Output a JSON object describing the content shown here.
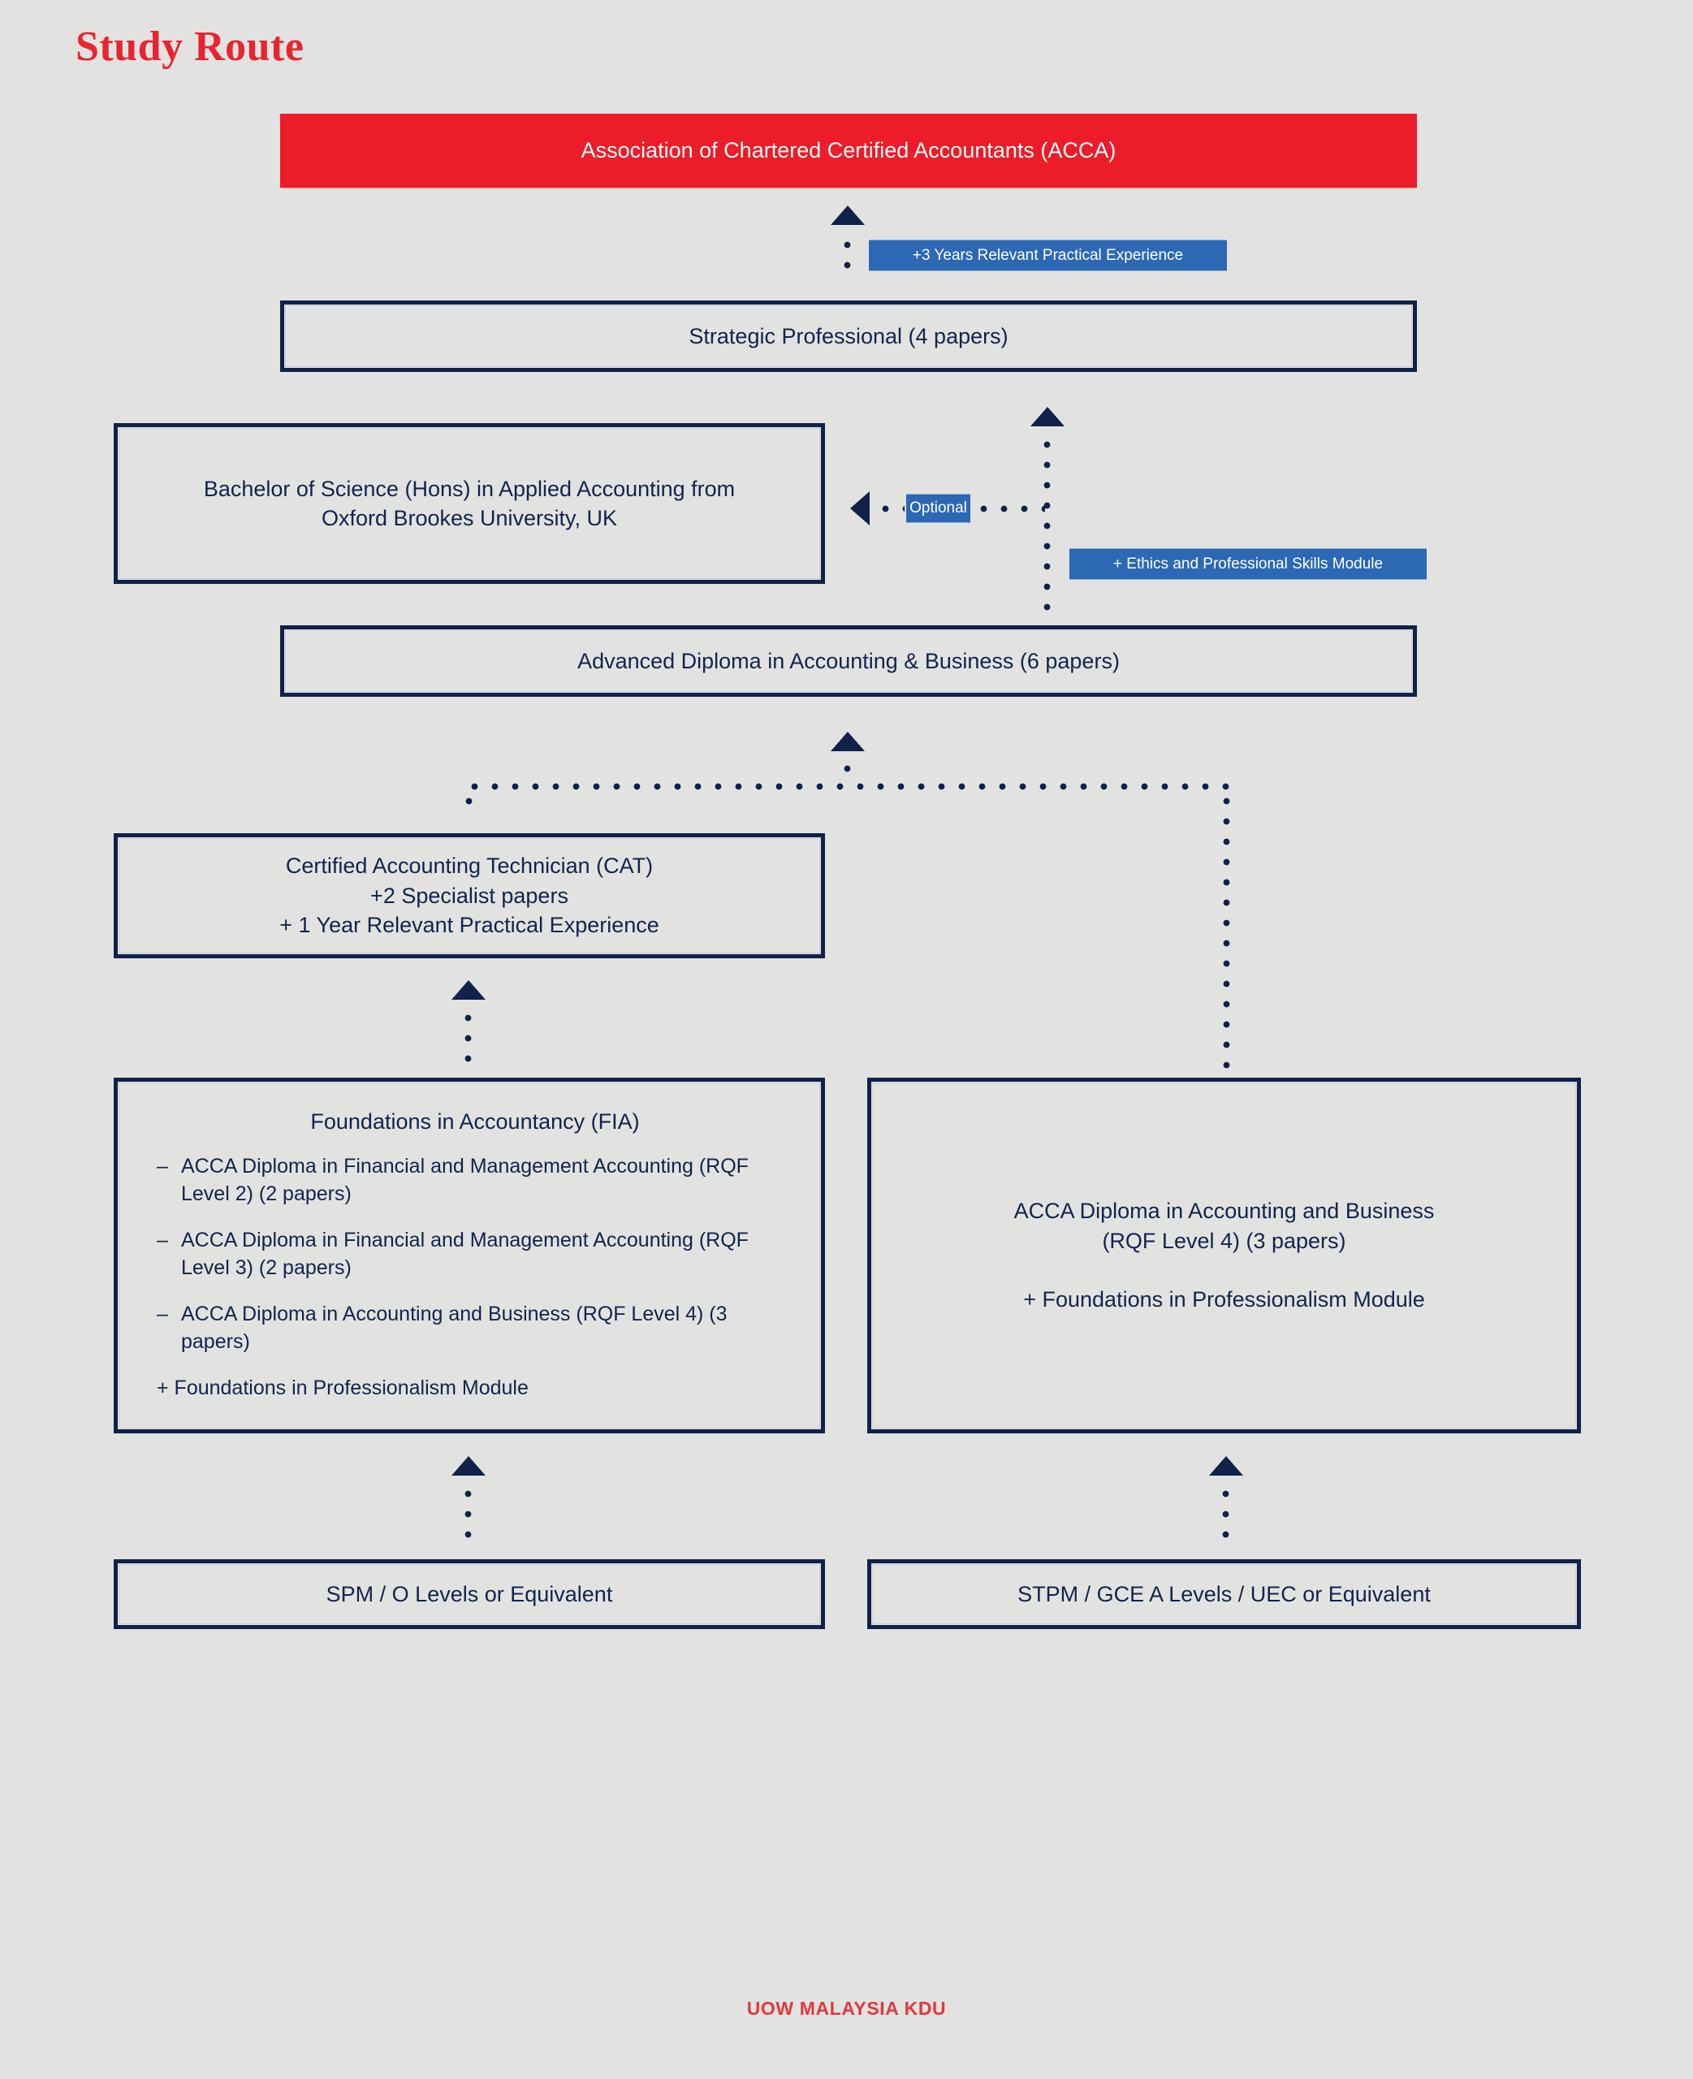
{
  "page": {
    "title": "Study Route",
    "footer_brand": "UOW MALAYSIA KDU",
    "background_color": "#e2e3e1",
    "accent_red": "#ec1c28",
    "accent_navy": "#10214a",
    "accent_blue": "#2d68b4"
  },
  "nodes": {
    "acca": {
      "label": "Association of Chartered Certified Accountants (ACCA)"
    },
    "strategic": {
      "label": "Strategic Professional (4 papers)"
    },
    "bachelor": {
      "line1": "Bachelor of Science (Hons) in Applied Accounting from",
      "line2": "Oxford Brookes University, UK"
    },
    "advanced_diploma": {
      "label": "Advanced Diploma in Accounting & Business (6 papers)"
    },
    "cat": {
      "line1": "Certified Accounting Technician (CAT)",
      "line2": "+2 Specialist papers",
      "line3": "+ 1 Year Relevant Practical Experience"
    },
    "fia": {
      "title": "Foundations in Accountancy (FIA)",
      "bullet_marker": "–",
      "items": [
        "ACCA Diploma in Financial and Management Accounting (RQF Level 2) (2 papers)",
        "ACCA Diploma in Financial and Management Accounting (RQF Level 3) (2 papers)",
        "ACCA Diploma in Accounting and Business (RQF Level 4) (3 papers)"
      ],
      "plus": "+ Foundations in Professionalism Module"
    },
    "diploma_rqf4": {
      "line1": "ACCA Diploma in Accounting and Business",
      "line2": "(RQF Level 4) (3 papers)",
      "line3": "+ Foundations in Professionalism Module"
    },
    "entry_spm": {
      "label": "SPM / O Levels or Equivalent"
    },
    "entry_stpm": {
      "label": "STPM / GCE A Levels / UEC or Equivalent"
    }
  },
  "badges": {
    "experience": {
      "label": "+3 Years Relevant Practical Experience"
    },
    "optional": {
      "label": "Optional"
    },
    "ethics": {
      "label": "+ Ethics and Professional Skills Module"
    }
  }
}
